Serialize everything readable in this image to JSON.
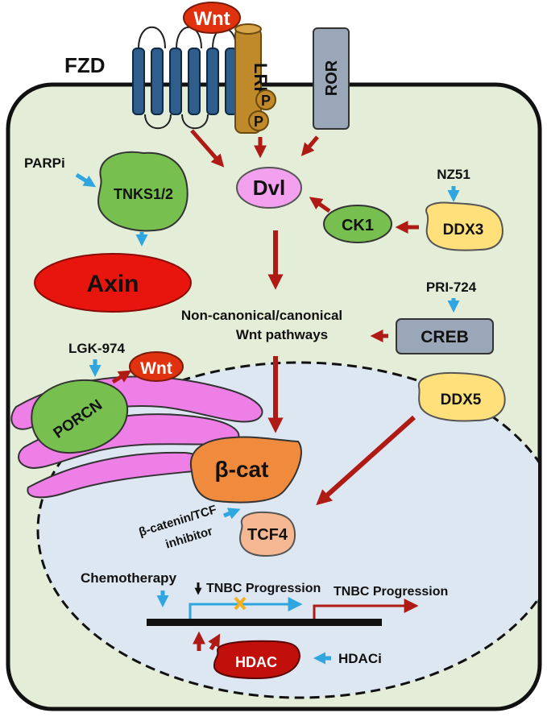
{
  "labels": {
    "wnt_top": "Wnt",
    "fzd": "FZD",
    "lrp": "LRP",
    "p1": "P",
    "p2": "P",
    "ror": "ROR",
    "parpi": "PARPi",
    "tnks": "TNKS1/2",
    "axin": "Axin",
    "dvl": "Dvl",
    "nz51": "NZ51",
    "ck1": "CK1",
    "ddx3": "DDX3",
    "pri724": "PRI-724",
    "pathways_line1": "Non-canonical/canonical",
    "pathways_line2": "Wnt pathways",
    "creb": "CREB",
    "lgk974": "LGK-974",
    "wnt_porcn": "Wnt",
    "porcn": "PORCN",
    "ddx5": "DDX5",
    "bcat": "β-cat",
    "tcf4": "TCF4",
    "inhibitor_line1": "β-catenin/TCF",
    "inhibitor_line2": "inhibitor",
    "chemotherapy": "Chemotherapy",
    "tnbc_blocked": "TNBC Progression",
    "tnbc_active": "TNBC Progression",
    "hdac": "HDAC",
    "hdaci": "HDACi"
  },
  "colors": {
    "cell_fill": "#e3edd7",
    "nucleus_fill": "#dde7f2",
    "green_protein": "#77c04f",
    "yellow_protein": "#ffe07a",
    "red_axin": "#e8140e",
    "pink_dvl": "#f3a0ee",
    "er_pink": "#ee7fe6",
    "orange_bcat": "#f08a3c",
    "peach_tcf4": "#f6b892",
    "gray_box": "#9aa7b8",
    "fzd_blue": "#2f5d8c",
    "lrp_gold": "#c08a2b",
    "dark_red_arrow": "#b01a14",
    "blue_arrow": "#2fa6e0",
    "hdac_red": "#c10f0b",
    "block_x": "#f2b11c"
  }
}
